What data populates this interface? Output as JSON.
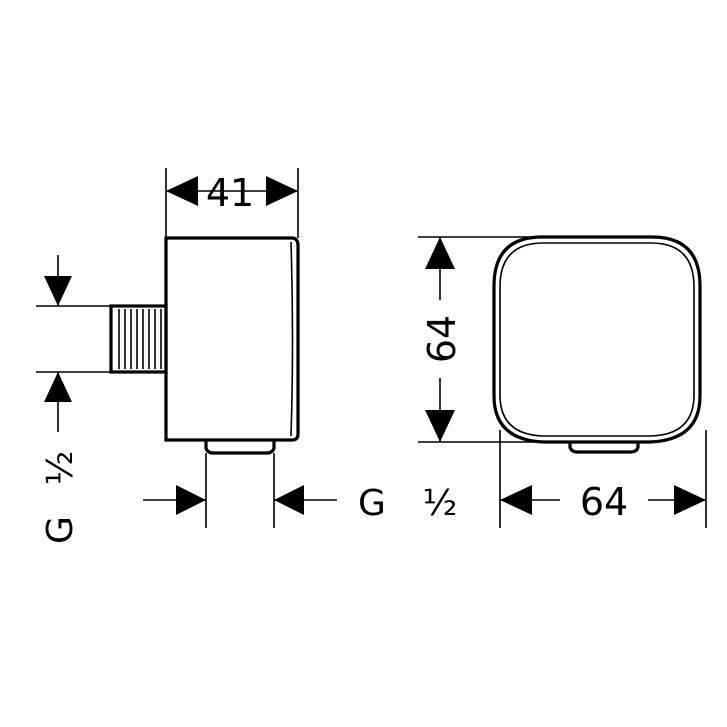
{
  "dimensions": {
    "side_depth": "41",
    "front_height": "64",
    "front_width": "64"
  },
  "threads": {
    "bottom_outlet_prefix": "G",
    "bottom_outlet_fraction": "½",
    "side_inlet_prefix": "G",
    "side_inlet_fraction": "½"
  }
}
